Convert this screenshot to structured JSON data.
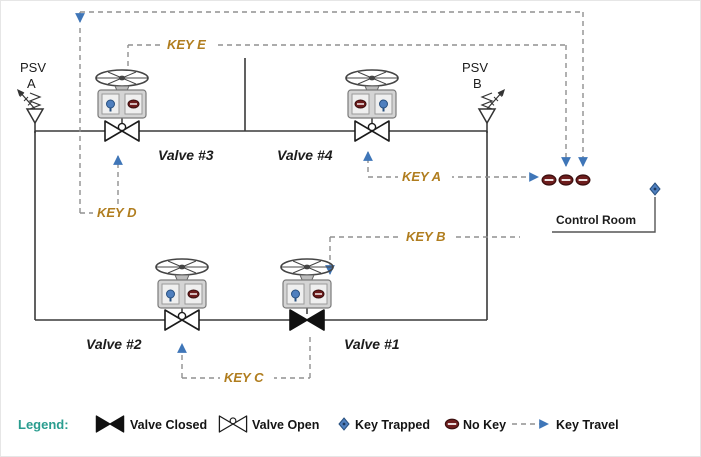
{
  "diagram": {
    "psv_a": {
      "l1": "PSV",
      "l2": "A"
    },
    "psv_b": {
      "l1": "PSV",
      "l2": "B"
    },
    "valve1": "Valve #1",
    "valve2": "Valve #2",
    "valve3": "Valve #3",
    "valve4": "Valve #4",
    "key_a": "KEY A",
    "key_b": "KEY B",
    "key_c": "KEY C",
    "key_d": "KEY D",
    "key_e": "KEY E",
    "control_room": "Control Room"
  },
  "legend": {
    "title": "Legend:",
    "valve_closed": "Valve Closed",
    "valve_open": "Valve Open",
    "key_trapped": "Key Trapped",
    "no_key": "No Key",
    "key_travel": "Key Travel"
  },
  "colors": {
    "key_label": "#b07d1e",
    "arrow_blue": "#3f76b8",
    "no_key_red": "#6e1d1d",
    "key_trapped_blue": "#4f7fbe",
    "legend_title": "#2a9d8f",
    "pipe": "#3a3a3a",
    "dashed_line": "#909090"
  }
}
